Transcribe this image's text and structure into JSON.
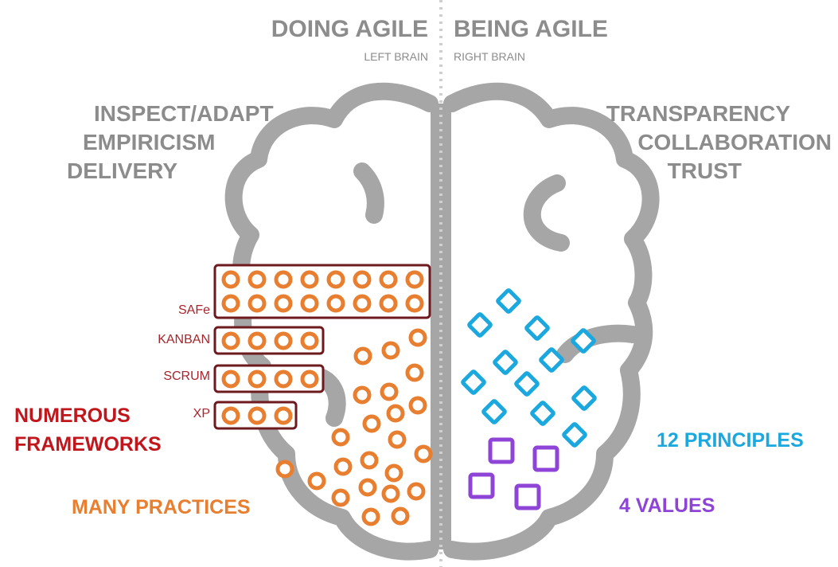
{
  "header": {
    "left_title": "DOING AGILE",
    "left_subtitle": "LEFT BRAIN",
    "right_title": "BEING AGILE",
    "right_subtitle": "RIGHT BRAIN"
  },
  "left_side": {
    "lines": [
      "INSPECT/ADAPT",
      "EMPIRICISM",
      "DELIVERY"
    ]
  },
  "right_side": {
    "lines": [
      "TRANSPARENCY",
      "COLLABORATION",
      "TRUST"
    ]
  },
  "frameworks": [
    {
      "label": "SAFe",
      "rows": 2,
      "circles_per_row": 8
    },
    {
      "label": "KANBAN",
      "rows": 1,
      "circles_per_row": 4
    },
    {
      "label": "SCRUM",
      "rows": 1,
      "circles_per_row": 4
    },
    {
      "label": "XP",
      "rows": 1,
      "circles_per_row": 3
    }
  ],
  "callouts": {
    "numerous_frameworks": [
      "NUMEROUS",
      "FRAMEWORKS"
    ],
    "many_practices": "MANY PRACTICES",
    "principles": "12 PRINCIPLES",
    "values": "4 VALUES"
  },
  "counts": {
    "principles": 12,
    "values": 4
  },
  "colors": {
    "brain": "#a6a6a6",
    "heading_text": "#8c8c8c",
    "framework_box": "#6d1a1f",
    "framework_label": "#a7252c",
    "numerous_frameworks": "#c0161c",
    "practices": "#e87e2f",
    "principles": "#1aa8df",
    "values": "#8e44d6"
  }
}
